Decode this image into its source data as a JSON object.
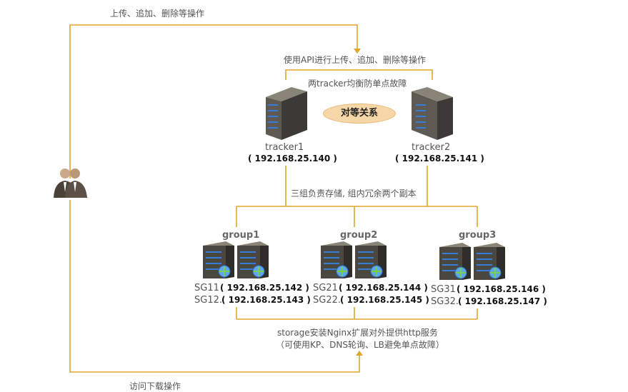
{
  "labels": {
    "top_flow": "上传、追加、删除等操作",
    "api_flow": "使用API进行上传、追加、删除等操作",
    "tracker_balance": "两tracker均衡防单点故障",
    "peer": "对等关系",
    "storage_desc": "三组负责存储, 组内冗余两个副本",
    "nginx_line1": "storage安装Nginx扩展对外提供http服务",
    "nginx_line2": "（可使用KP、DNS轮询、LB避免单点故障）",
    "download": "访问下载操作"
  },
  "trackers": [
    {
      "name": "tracker1",
      "ip": "( 192.168.25.140 )"
    },
    {
      "name": "tracker2",
      "ip": "( 192.168.25.141 )"
    }
  ],
  "groups": [
    {
      "name": "group1",
      "nodes": [
        {
          "id": "SG11",
          "ip": "( 192.168.25.142 )"
        },
        {
          "id": "SG12.",
          "ip": "( 192.168.25.143 )"
        }
      ]
    },
    {
      "name": "group2",
      "nodes": [
        {
          "id": "SG21",
          "ip": "( 192.168.25.144 )"
        },
        {
          "id": "SG22.",
          "ip": "( 192.168.25.145 )"
        }
      ]
    },
    {
      "name": "group3",
      "nodes": [
        {
          "id": "SG31",
          "ip": "( 192.168.25.146 )"
        },
        {
          "id": "SG32.",
          "ip": "( 192.168.25.147 )"
        }
      ]
    }
  ],
  "colors": {
    "line": "#e0a52a",
    "peer_fill": "#f5d7a8"
  }
}
